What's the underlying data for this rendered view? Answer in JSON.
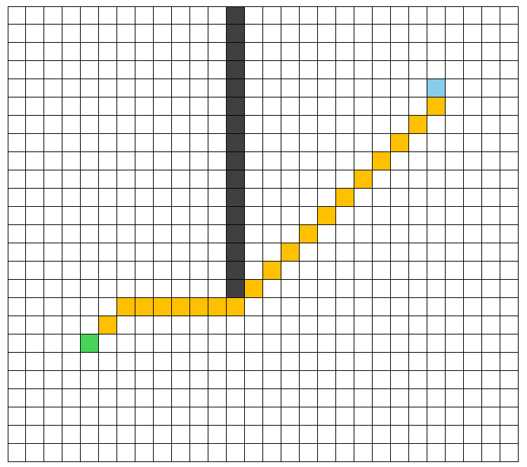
{
  "grid": {
    "columns": 28,
    "rows": 25
  },
  "colors": {
    "empty": "#ffffff",
    "wall": "#404040",
    "path": "#ffc000",
    "start": "#47d35a",
    "goal": "#87ceeb",
    "gridline": "#000000"
  },
  "legend": {
    "empty_icon": "empty-cell",
    "wall_icon": "wall-cell",
    "path_icon": "path-cell",
    "start_icon": "start-cell",
    "goal_icon": "goal-cell"
  },
  "cells": {
    "wall": [
      [
        12,
        0
      ],
      [
        12,
        1
      ],
      [
        12,
        2
      ],
      [
        12,
        3
      ],
      [
        12,
        4
      ],
      [
        12,
        5
      ],
      [
        12,
        6
      ],
      [
        12,
        7
      ],
      [
        12,
        8
      ],
      [
        12,
        9
      ],
      [
        12,
        10
      ],
      [
        12,
        11
      ],
      [
        12,
        12
      ],
      [
        12,
        13
      ],
      [
        12,
        14
      ],
      [
        12,
        15
      ]
    ],
    "path": [
      [
        23,
        5
      ],
      [
        22,
        6
      ],
      [
        21,
        7
      ],
      [
        20,
        8
      ],
      [
        19,
        9
      ],
      [
        18,
        10
      ],
      [
        17,
        11
      ],
      [
        16,
        12
      ],
      [
        15,
        13
      ],
      [
        14,
        14
      ],
      [
        13,
        15
      ],
      [
        12,
        16
      ],
      [
        11,
        16
      ],
      [
        10,
        16
      ],
      [
        9,
        16
      ],
      [
        8,
        16
      ],
      [
        7,
        16
      ],
      [
        6,
        16
      ],
      [
        5,
        17
      ]
    ],
    "start": [
      [
        4,
        18
      ]
    ],
    "goal": [
      [
        23,
        4
      ]
    ]
  }
}
